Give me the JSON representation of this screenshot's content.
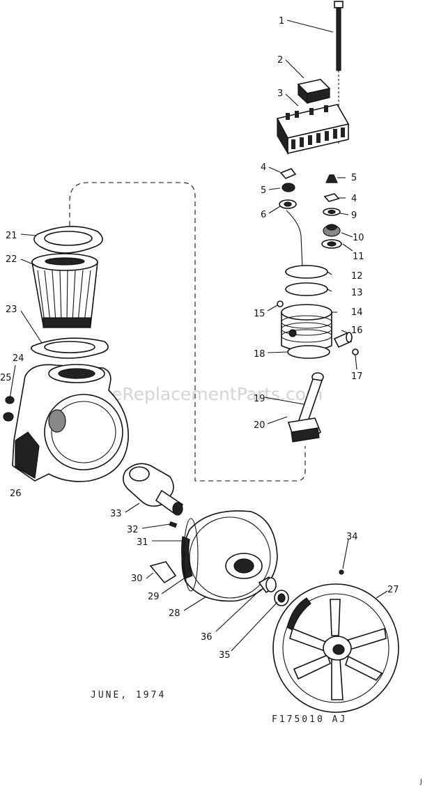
{
  "diagram": {
    "watermark": "eReplacementParts.com",
    "date_note": "JUNE, 1974",
    "drawing_code": "F175010 AJ",
    "corner_mark": "J",
    "callouts": [
      "1",
      "2",
      "3",
      "4",
      "5",
      "6",
      "21",
      "22",
      "23",
      "24",
      "25",
      "26",
      "5",
      "4",
      "9",
      "10",
      "11",
      "12",
      "13",
      "15",
      "14",
      "16",
      "18",
      "17",
      "19",
      "20",
      "33",
      "32",
      "31",
      "34",
      "27",
      "30",
      "29",
      "28",
      "36",
      "35"
    ]
  }
}
